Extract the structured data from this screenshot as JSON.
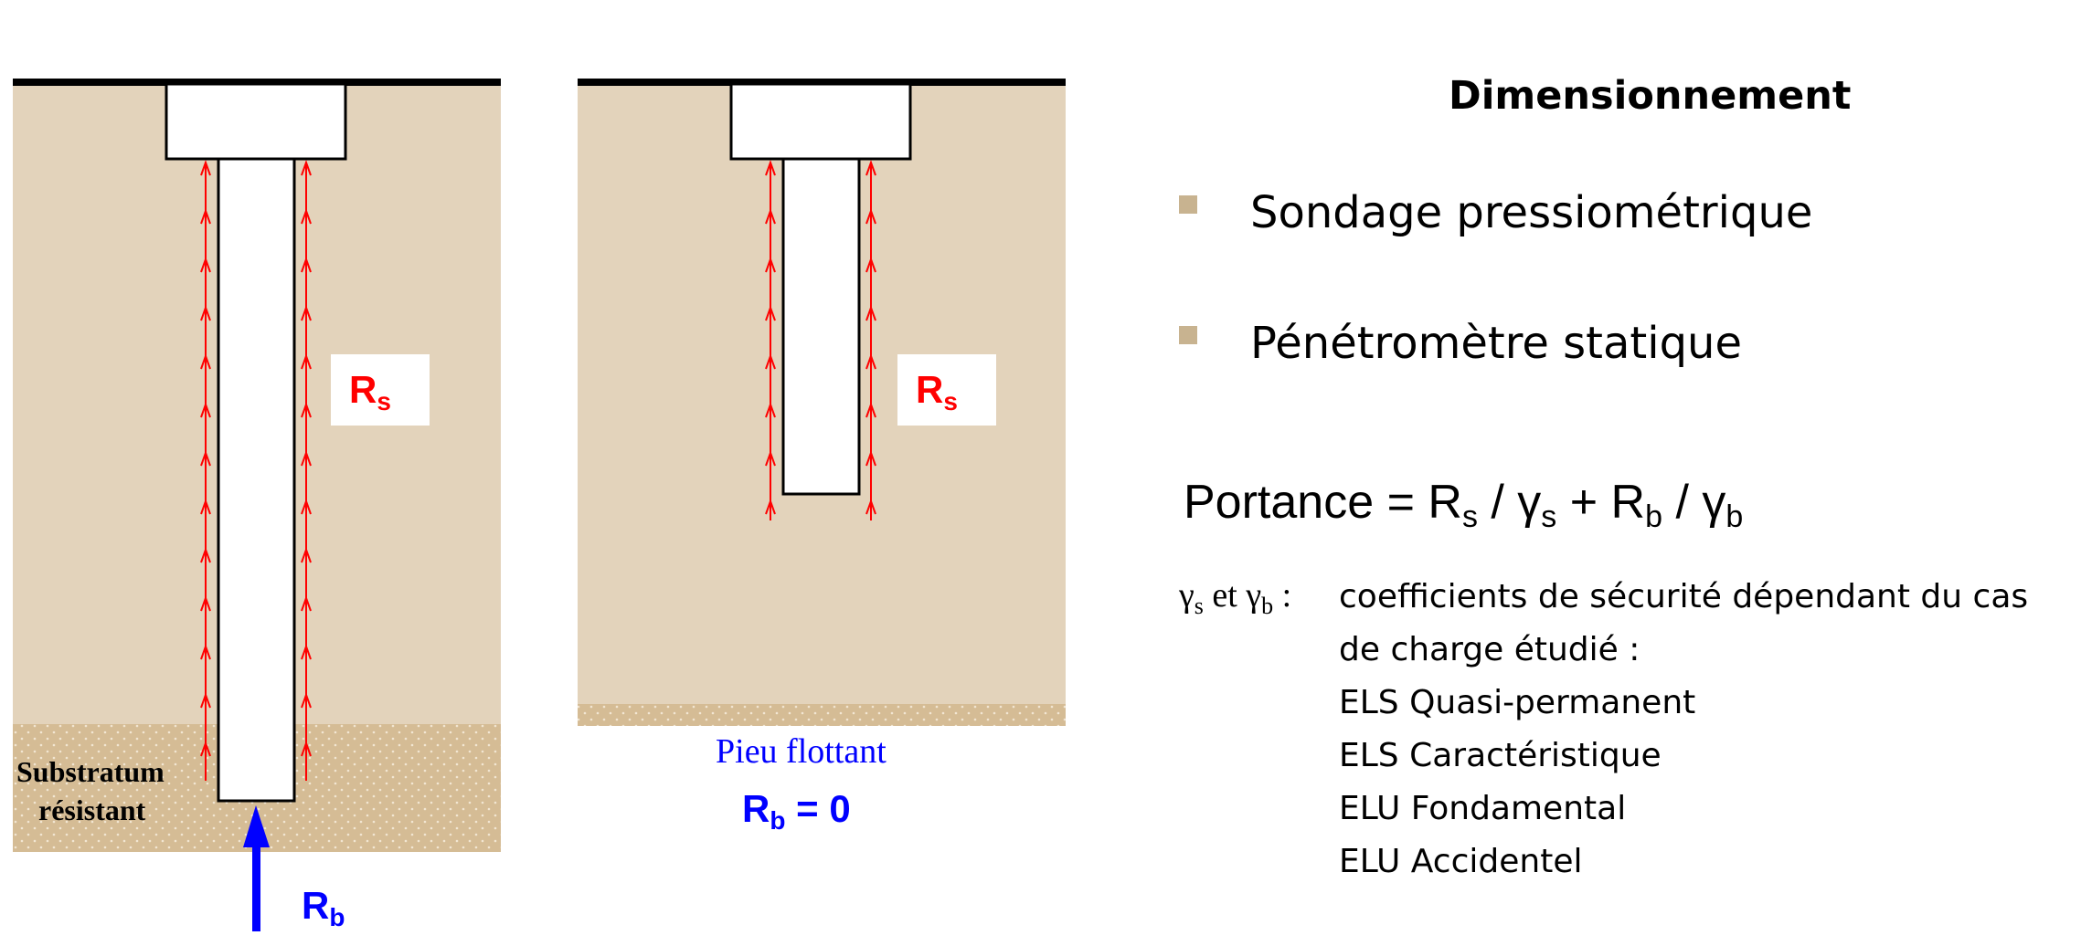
{
  "diagram": {
    "left_pile": {
      "shaft_resistance_label": "R",
      "shaft_resistance_sub": "s",
      "substratum_line1": "Substratum",
      "substratum_line2": "résistant",
      "tip_resistance_label": "R",
      "tip_resistance_sub": "b"
    },
    "right_pile": {
      "shaft_resistance_label": "R",
      "shaft_resistance_sub": "s",
      "caption": "Pieu flottant",
      "tip_equation_label": "R",
      "tip_equation_sub": "b",
      "tip_equation_value": " = 0"
    },
    "colors": {
      "soil": "#e3d3bb",
      "substratum": "#d5bc95",
      "arrow_red": "#ff0000",
      "arrow_blue": "#0000ff",
      "ground_line": "#000000"
    }
  },
  "panel": {
    "heading": "Dimensionnement",
    "bullets": [
      "Sondage pressiométrique",
      "Pénétromètre statique"
    ],
    "formula": {
      "lhs": "Portance = R",
      "s1": "s",
      "mid1": " / γ",
      "s2": "s",
      "mid2": " + R",
      "s3": "b",
      "mid3": " / γ",
      "s4": "b"
    },
    "coefficients": {
      "label_g1": "γ",
      "label_s1": "s",
      "label_et": " et γ",
      "label_s2": "b",
      "label_colon": " :",
      "lines": [
        "coefficients de sécurité dépendant du cas",
        "de charge étudié :",
        "ELS Quasi-permanent",
        "ELS Caractéristique",
        "ELU Fondamental",
        "ELU Accidentel"
      ]
    }
  }
}
